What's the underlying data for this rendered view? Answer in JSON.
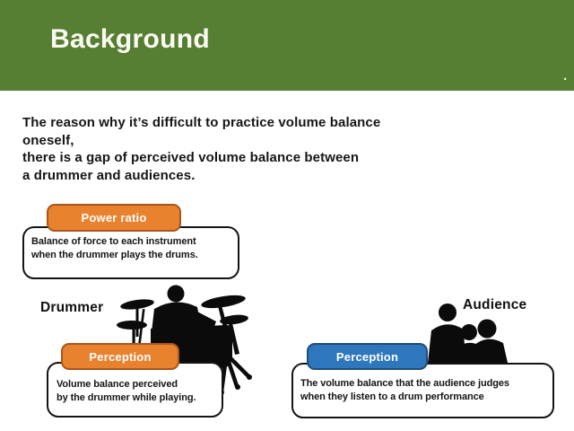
{
  "theme": {
    "header_bg": "#567f33",
    "accent_orange": "#e8822e",
    "accent_orange_border": "#a8561c",
    "accent_blue": "#2e77bd",
    "accent_blue_border": "#1e4e79",
    "silhouette_color": "#0b0b0b",
    "box_border": "#141414"
  },
  "header": {
    "title": "Background",
    "dot": "."
  },
  "intro": {
    "lines": [
      "The reason why it’s difficult to practice volume balance",
      "oneself,",
      "there is a gap of perceived volume balance between",
      "a drummer and audiences."
    ]
  },
  "labels": {
    "drummer": "Drummer",
    "audience": "Audience"
  },
  "callouts": {
    "power_ratio": {
      "tab_label": "Power ratio",
      "tab_color": "#e8822e",
      "tab_border": "#a8561c",
      "lines": [
        "Balance of force to each instrument",
        "when the drummer plays the drums."
      ]
    },
    "drummer_perception": {
      "tab_label": "Perception",
      "tab_color": "#e8822e",
      "tab_border": "#a8561c",
      "lines": [
        "Volume balance perceived",
        "by the drummer while playing."
      ]
    },
    "audience_perception": {
      "tab_label": "Perception",
      "tab_color": "#2e77bd",
      "tab_border": "#1e4e79",
      "lines": [
        "The volume balance that the audience judges",
        "when they listen to a drum performance"
      ]
    }
  },
  "icons": {
    "drummer": "drummer-at-drum-kit-silhouette",
    "audience": "audience-group-silhouette"
  }
}
